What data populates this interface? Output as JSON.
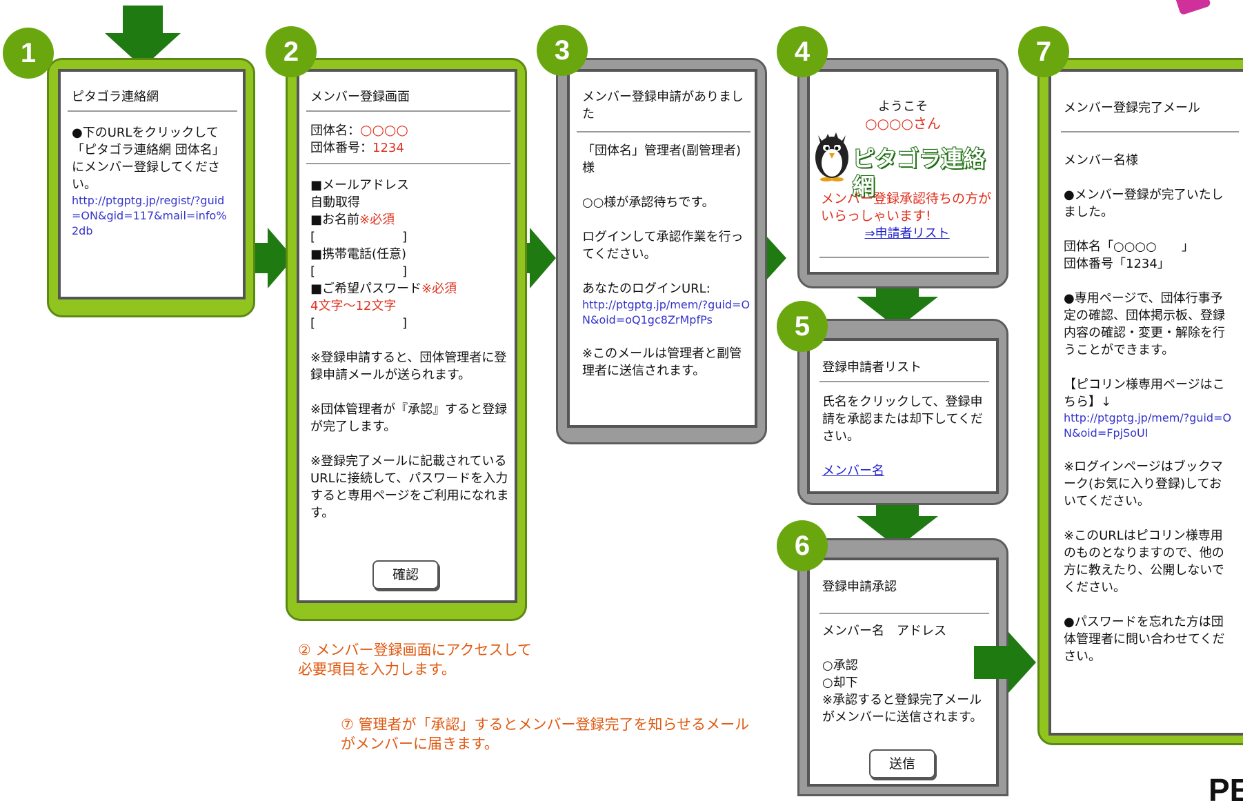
{
  "steps": [
    {
      "number": "1",
      "title": "ピタゴラ連絡網",
      "body": "●下のURLをクリックして「ピタゴラ連絡網 団体名」にメンバー登録してください。",
      "url": "http://ptgptg.jp/regist/?guid=ON&gid=117&mail=info%2db"
    },
    {
      "number": "2",
      "title": "メンバー登録画面",
      "group_name_label": "団体名：",
      "group_name_value": "○○○○",
      "group_no_label": "団体番号：",
      "group_no_value": "1234",
      "mail_label": "■メールアドレス",
      "mail_value": "自動取得",
      "name_label": "■お名前",
      "required": "※必須",
      "bracket": "[　　　　　　　]",
      "phone_label": "■携帯電話(任意)",
      "password_label": "■ご希望パスワード",
      "password_rule": "4文字～12文字",
      "note1": "※登録申請すると、団体管理者に登録申請メールが送られます。",
      "note2": "※団体管理者が『承認』すると登録が完了します。",
      "note3": "※登録完了メールに記載されているURLに接続して、パスワードを入力すると専用ページをご利用になれます。",
      "button": "確認"
    },
    {
      "number": "3",
      "title": "メンバー登録申請がありました",
      "to": "「団体名」管理者(副管理者)様",
      "waiting": "○○様が承認待ちです。",
      "instruction": "ログインして承認作業を行ってください。",
      "login_label": "あなたのログインURL:",
      "url": "http://ptgptg.jp/mem/?guid=ON&oid=oQ1gc8ZrMpfPs",
      "note": "※このメールは管理者と副管理者に送信されます。"
    },
    {
      "number": "4",
      "welcome": "ようこそ",
      "user": "○○○○さん",
      "logo_text": "ピタゴラ連絡網",
      "alert": "メンバー登録承認待ちの方がいらっしゃいます!",
      "link": "⇒申請者リスト"
    },
    {
      "number": "5",
      "title": "登録申請者リスト",
      "body": "氏名をクリックして、登録申請を承認または却下してください。",
      "link": "メンバー名"
    },
    {
      "number": "6",
      "title": "登録申請承認",
      "header_name": "メンバー名",
      "header_address": "アドレス",
      "approve": "○承認",
      "reject": "○却下",
      "note": "※承認すると登録完了メールがメンバーに送信されます。",
      "button": "送信"
    },
    {
      "number": "7",
      "title": "メンバー登録完了メール",
      "to": "メンバー名様",
      "complete": "●メンバー登録が完了いたしました。",
      "group_name": "団体名「○○○○　　」",
      "group_no": "団体番号「1234」",
      "features": "●専用ページで、団体行事予定の確認、団体掲示板、登録内容の確認・変更・解除を行うことができます。",
      "page_label": "【ピコリン様専用ページはこちら】↓",
      "url": "http://ptgptg.jp/mem/?guid=ON&oid=FpjSoUI",
      "bookmark": "※ログインページはブックマーク(お気に入り登録)しておいてください。",
      "private": "※このURLはピコリン様専用のものとなりますので、他の方に教えたり、公開しないでください。",
      "forgot": "●パスワードを忘れた方は団体管理者に問い合わせてください。"
    }
  ],
  "captions": {
    "step2": "② メンバー登録画面にアクセスして必要項目を入力します。",
    "step7": "⑦ 管理者が「承認」するとメンバー登録完了を知らせるメールがメンバーに届きます。"
  },
  "corner_text": "PE",
  "colors": {
    "green_frame": "#92c41f",
    "gray_frame": "#9b9b9b",
    "badge": "#6aa70f",
    "arrow": "#1f7a12",
    "red": "#e0301e",
    "caption": "#e05a12"
  }
}
